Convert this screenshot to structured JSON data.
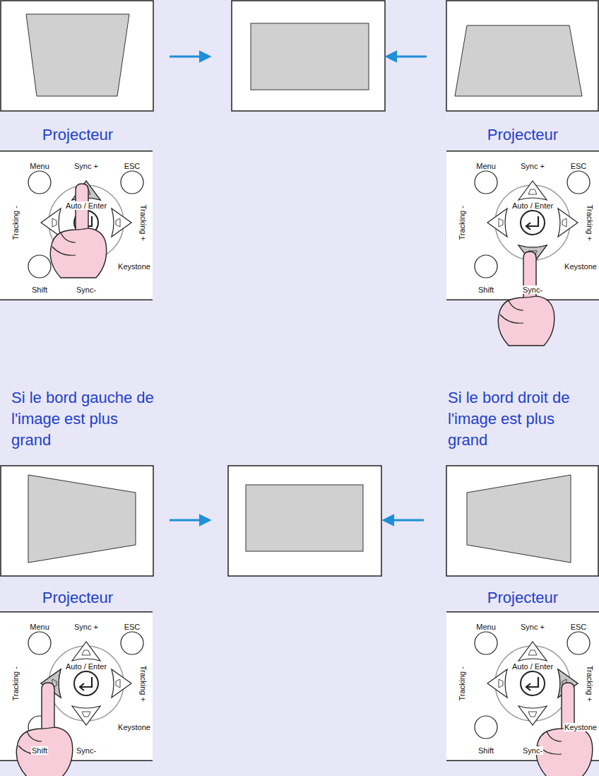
{
  "diagram": {
    "labels": [
      "Projecteur",
      "Projecteur",
      "Menu",
      "Sync +",
      "ESC",
      "Tracking -",
      "Auto / Enter",
      "Tracking +",
      "Keystone",
      "Shift",
      "Sync-",
      "Menu",
      "Sync +",
      "ESC",
      "Tracking -",
      "Auto / Enter",
      "Tracking +",
      "Keystone",
      "Shift",
      "Sync-",
      "Si le bord gauche de l'image est plus grand",
      "Si le bord droit de l'image est plus grand",
      "Projecteur",
      "Projecteur",
      "Menu",
      "Sync +",
      "ESC",
      "Tracking -",
      "Auto / Enter",
      "Tracking +",
      "Keystone",
      "Shift",
      "Sync-",
      "Menu",
      "Sync +",
      "ESC",
      "Tracking -",
      "Auto / Enter",
      "Tracking +",
      "Keystone",
      "Shift",
      "Sync-"
    ]
  }
}
